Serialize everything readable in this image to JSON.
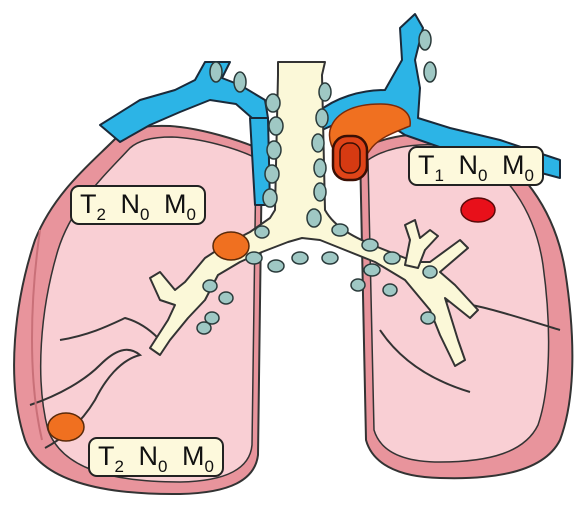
{
  "colors": {
    "lung_fill": "#f7c6cb",
    "lung_edge": "#e89098",
    "bronchus": "#fbf8d8",
    "vessel": "#2cb4e6",
    "lymph_node": "#9fc8c4",
    "tumor": "#f07020",
    "tumor_red": "#e8101a",
    "label_bg": "#fdf9dc"
  },
  "labels": {
    "upper_left": {
      "t": "T",
      "t_sub": "2",
      "n": "N",
      "n_sub": "0",
      "m": "M",
      "m_sub": "0"
    },
    "right": {
      "t": "T",
      "t_sub": "1",
      "n": "N",
      "n_sub": "0",
      "m": "M",
      "m_sub": "0"
    },
    "bottom_left": {
      "t": "T",
      "t_sub": "2",
      "n": "N",
      "n_sub": "0",
      "m": "M",
      "m_sub": "0"
    }
  }
}
